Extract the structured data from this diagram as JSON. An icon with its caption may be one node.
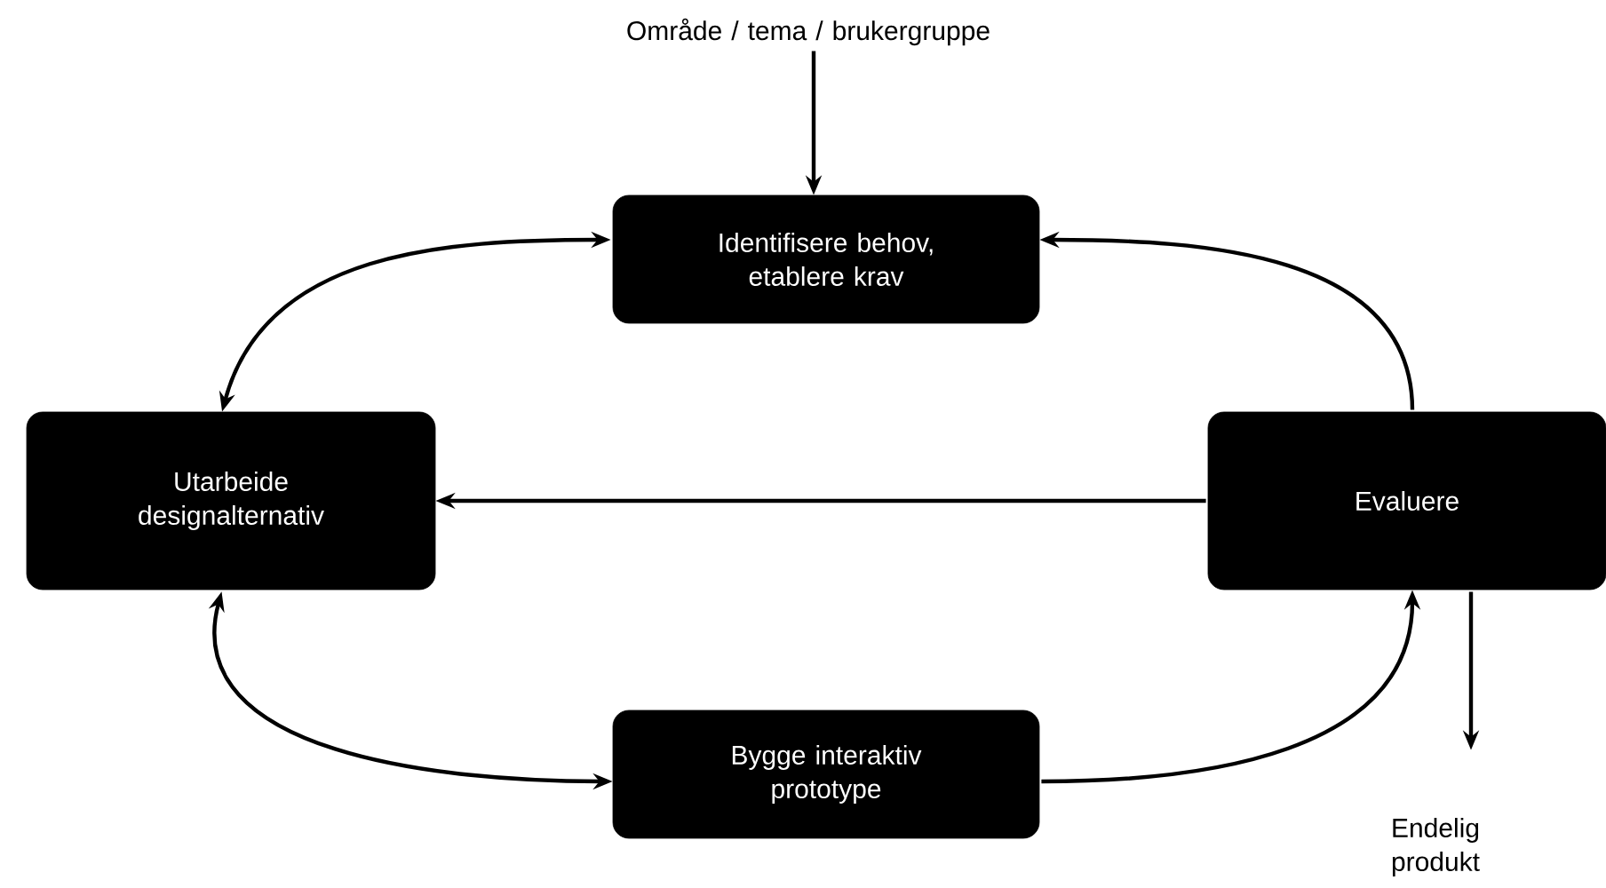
{
  "diagram": {
    "nodes": [
      {
        "text": [
          "Område / tema /  brukergruppe"
        ]
      },
      {
        "text": [
          "Identifisere behov, etablere krav"
        ]
      },
      {
        "text": [
          "Utarbeide designalternativ"
        ]
      },
      {
        "text": [
          "Evaluere"
        ]
      },
      {
        "text": [
          "Bygge interaktiv prototype"
        ]
      },
      {
        "text": [
          "Endelig produkt"
        ]
      }
    ],
    "edges": [
      {
        "from": 0,
        "to": 1,
        "arrow": "to"
      },
      {
        "from": 1,
        "to": 2,
        "arrow": "both"
      },
      {
        "from": 3,
        "to": 1,
        "arrow": "to"
      },
      {
        "from": 3,
        "to": 2,
        "arrow": "to"
      },
      {
        "from": 2,
        "to": 4,
        "arrow": "both"
      },
      {
        "from": 4,
        "to": 3,
        "arrow": "to"
      },
      {
        "from": 3,
        "to": 5,
        "arrow": "to"
      }
    ]
  }
}
